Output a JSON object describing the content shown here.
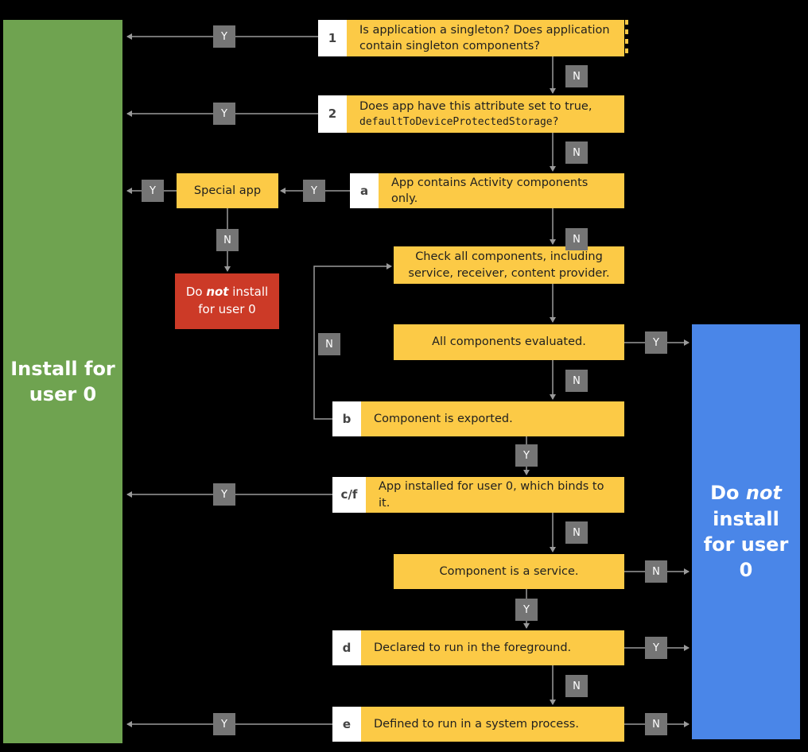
{
  "edge_labels": {
    "yes": "Y",
    "no": "N"
  },
  "terminals": {
    "install_for_user0": "Install for user 0",
    "do_not_install": {
      "pre": "Do ",
      "emph": "not",
      "post": " install for user 0"
    }
  },
  "nodes": {
    "q1": {
      "label": "1",
      "text": "Is application a singleton? Does application contain singleton components?"
    },
    "q2": {
      "label": "2",
      "text": "Does app have this attribute set to true,",
      "code": "defaultToDeviceProtectedStorage?"
    },
    "qa": {
      "label": "a",
      "text": "App contains Activity components only."
    },
    "special_app": {
      "text": "Special app"
    },
    "do_not_install_small": {
      "pre": "Do ",
      "emph": "not",
      "post": " install for user 0"
    },
    "check_all": {
      "text": "Check all components, including service, receiver, content provider."
    },
    "all_evaluated": {
      "text": "All components evaluated."
    },
    "qb": {
      "label": "b",
      "text": "Component is exported."
    },
    "qcf": {
      "label": "c/f",
      "text": "App installed for user 0, which binds to it."
    },
    "is_service": {
      "text": "Component is a service."
    },
    "qd": {
      "label": "d",
      "text": "Declared to run in the foreground."
    },
    "qe": {
      "label": "e",
      "text": "Defined to run in a system process."
    }
  },
  "colors": {
    "background": "#000000",
    "decision_box": "#FCCA46",
    "label_square": "#FFFFFF",
    "edge_label_box": "#757575",
    "install_terminal": "#6FA350",
    "no_install_terminal": "#4A86E8",
    "no_install_node": "#CC3A27",
    "connector": "#9A9A9A"
  }
}
